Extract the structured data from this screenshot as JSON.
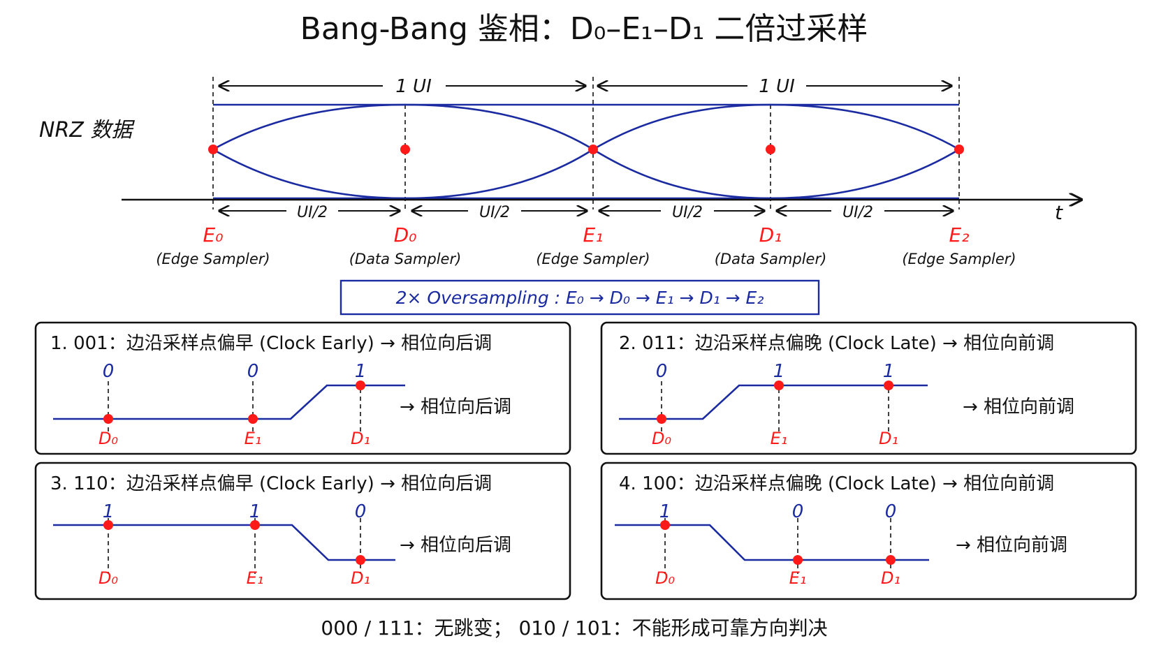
{
  "title": "Bang-Bang 鉴相：D₀–E₁–D₁ 二倍过采样",
  "waveform": {
    "signal_label": "NRZ 数据",
    "ui_labels": [
      "1 UI",
      "1 UI"
    ],
    "half_ui_labels": [
      "UI/2",
      "UI/2",
      "UI/2",
      "UI/2"
    ],
    "time_label": "t",
    "samplers": [
      {
        "name": "E₀",
        "role": "(Edge Sampler)"
      },
      {
        "name": "D₀",
        "role": "(Data Sampler)"
      },
      {
        "name": "E₁",
        "role": "(Edge Sampler)"
      },
      {
        "name": "D₁",
        "role": "(Data Sampler)"
      },
      {
        "name": "E₂",
        "role": "(Edge Sampler)"
      }
    ]
  },
  "oversampling_box": "2× Oversampling : E₀ → D₀ → E₁ → D₁ → E₂",
  "cases": [
    {
      "title": "1. 001：边沿采样点偏早 (Clock Early) → 相位向后调",
      "bits": [
        "0",
        "0",
        "1"
      ],
      "points": [
        "D₀",
        "E₁",
        "D₁"
      ],
      "result": "→  相位向后调"
    },
    {
      "title": "2. 011：边沿采样点偏晚 (Clock Late) → 相位向前调",
      "bits": [
        "0",
        "1",
        "1"
      ],
      "points": [
        "D₀",
        "E₁",
        "D₁"
      ],
      "result": "→  相位向前调"
    },
    {
      "title": "3. 110：边沿采样点偏早 (Clock Early) → 相位向后调",
      "bits": [
        "1",
        "1",
        "0"
      ],
      "points": [
        "D₀",
        "E₁",
        "D₁"
      ],
      "result": "→  相位向后调"
    },
    {
      "title": "4. 100：边沿采样点偏晚 (Clock Late) → 相位向前调",
      "bits": [
        "1",
        "0",
        "0"
      ],
      "points": [
        "D₀",
        "E₁",
        "D₁"
      ],
      "result": "→  相位向前调"
    }
  ],
  "footer": "000 / 111：无跳变；   010 / 101：不能形成可靠方向判决",
  "colors": {
    "curve": "#1a2aa0",
    "point": "#ff1a1a",
    "ink": "#111111"
  }
}
